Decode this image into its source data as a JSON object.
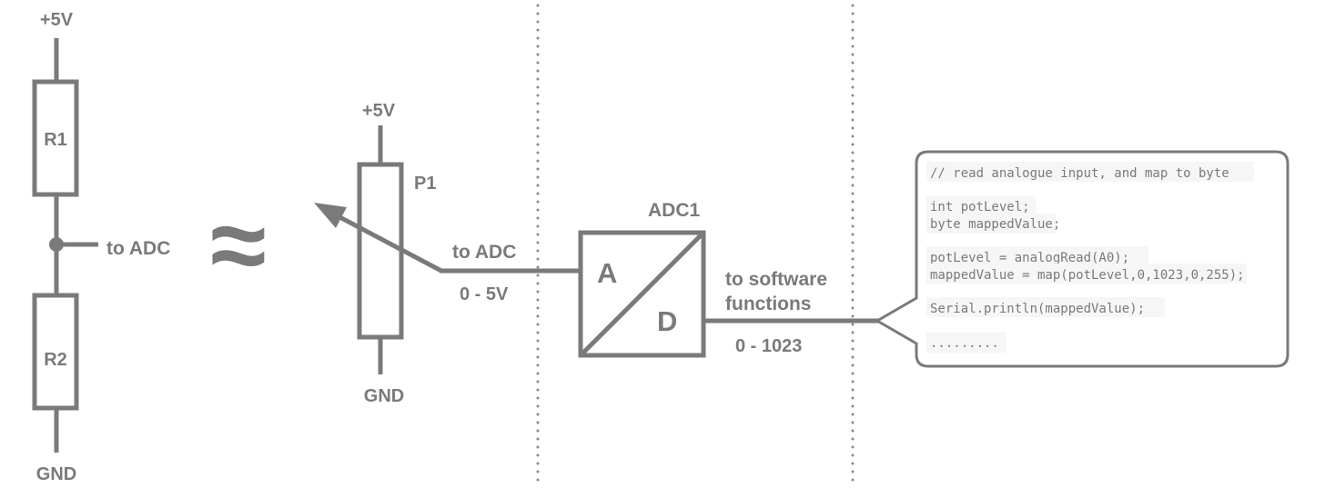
{
  "divider_left": {
    "r1_label": "R1",
    "r2_label": "R2",
    "top_supply": "+5V",
    "bottom_ground": "GND",
    "output_label": "to ADC",
    "approx_symbol": "≈"
  },
  "potentiometer": {
    "label": "P1",
    "top_supply": "+5V",
    "bottom_ground": "GND",
    "output_label": "to ADC",
    "range_label": "0 - 5V"
  },
  "adc": {
    "label": "ADC1",
    "analog_letter": "A",
    "digital_letter": "D",
    "output_label_line1": "to software",
    "output_label_line2": "functions",
    "range_label": "0 - 1023"
  },
  "code_panel": {
    "lines": [
      "// read analogue input, and map to byte",
      "int potLevel;",
      "byte mappedValue;",
      "potLevel = analogRead(A0);",
      "mappedValue = map(potLevel,0,1023,0,255);",
      "Serial.println(mappedValue);",
      "........."
    ]
  }
}
